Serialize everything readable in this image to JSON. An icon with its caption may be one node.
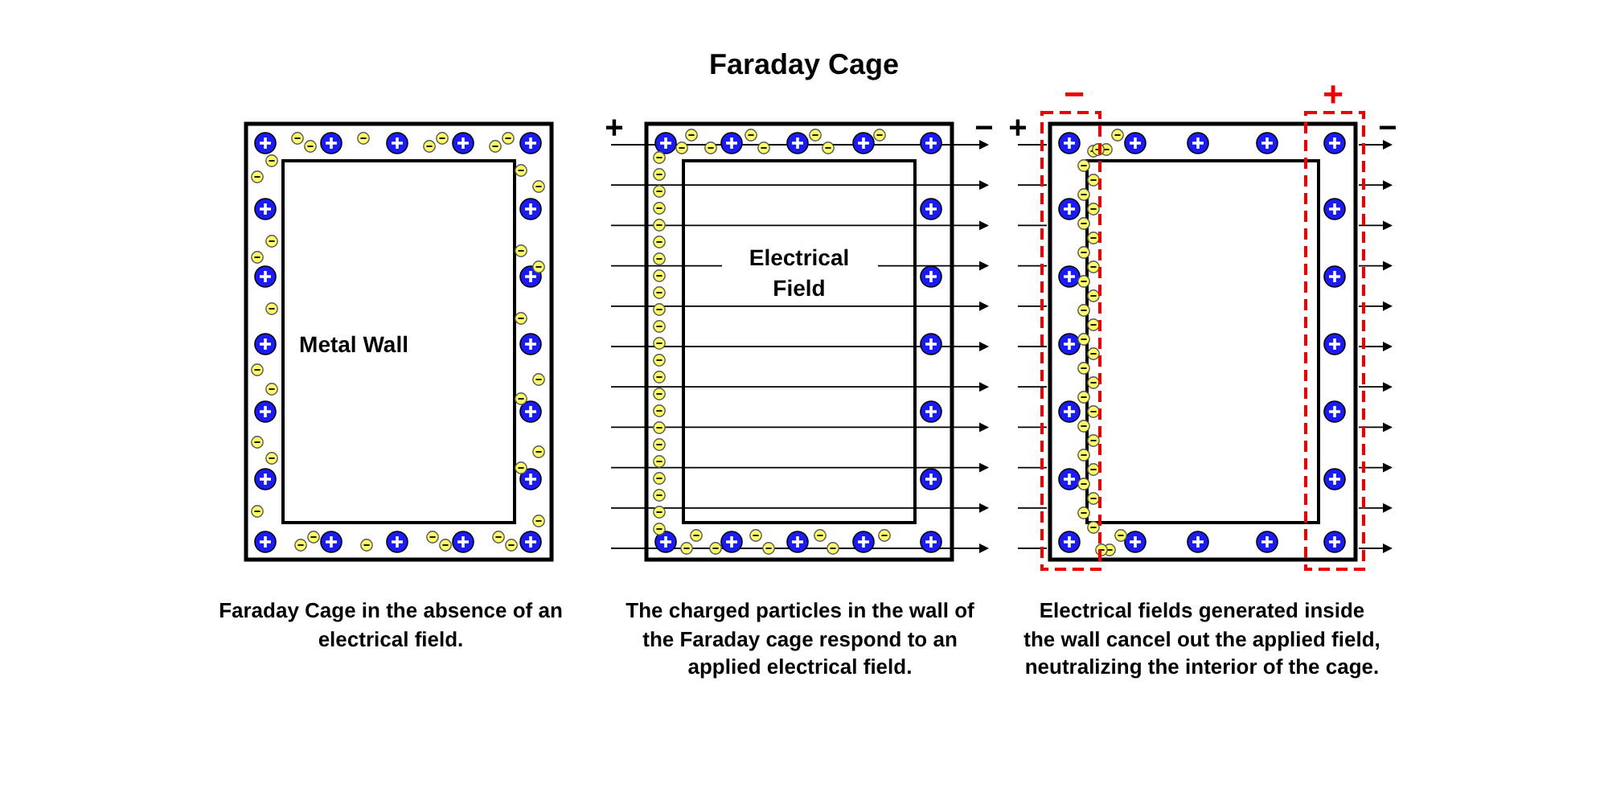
{
  "diagram": {
    "title": "Faraday Cage",
    "labels": [
      "−",
      "+",
      "+",
      "−",
      "+",
      "−",
      "Metal Wall",
      "Electrical Field",
      "Faraday Cage in the absence of an electrical field.",
      "The charged particles in the wall of the Faraday cage respond to an applied electrical field.",
      "Electrical fields generated inside the wall cancel out the applied field, neutralizing the interior of the cage."
    ]
  }
}
